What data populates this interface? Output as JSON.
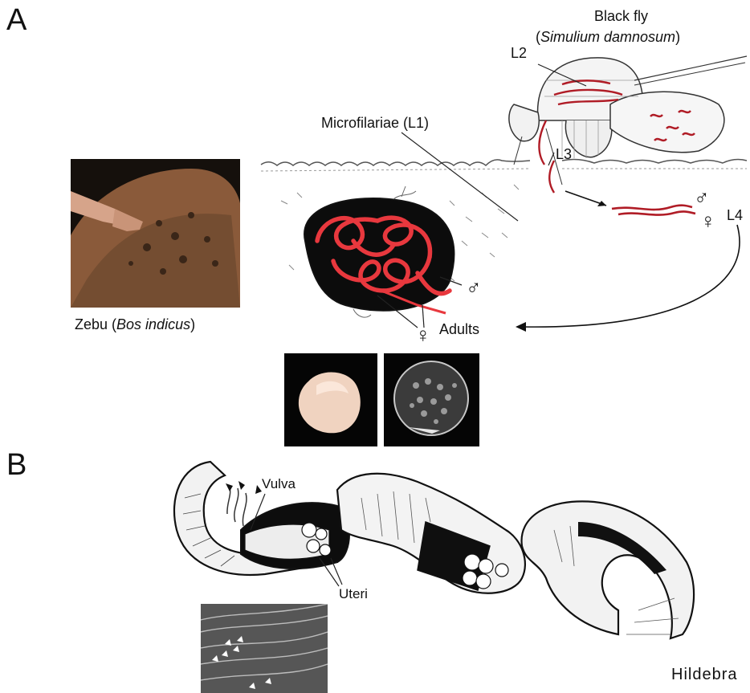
{
  "panels": {
    "a": "A",
    "b": "B"
  },
  "host": {
    "name_prefix": "Zebu (",
    "name_italic": "Bos indicus",
    "name_suffix": ")"
  },
  "vector": {
    "name": "Black fly",
    "species_open": "(",
    "species_italic": "Simulium damnosum",
    "species_close": ")"
  },
  "stages": {
    "l1": "Microfilariae (L1)",
    "l2": "L2",
    "l3": "L3",
    "l4": "L4",
    "adults": "Adults"
  },
  "symbols": {
    "male": "♂",
    "female": "♀"
  },
  "worm_labels": {
    "vulva": "Vulva",
    "uteri": "Uteri"
  },
  "credit": "Hildebra",
  "colors": {
    "worm_red": "#c8202a",
    "nodule_black": "#0c0c0c",
    "line": "#222222"
  }
}
